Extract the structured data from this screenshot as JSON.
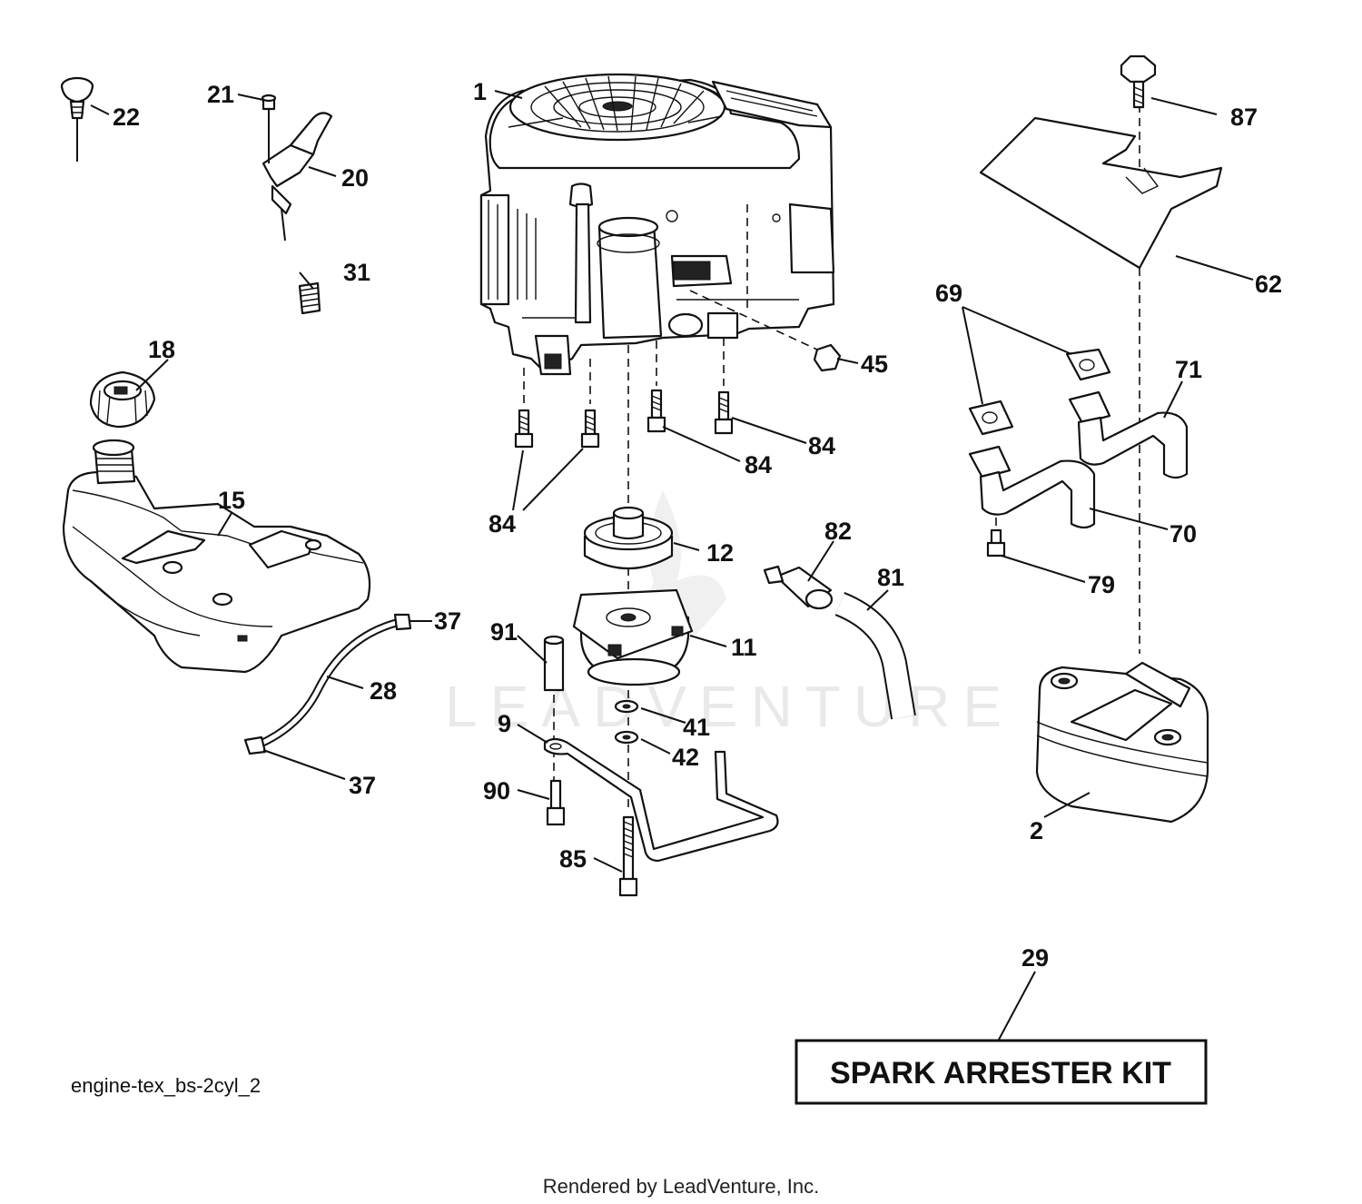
{
  "diagram": {
    "watermark": "LEADVENTURE",
    "filename": "engine-tex_bs-2cyl_2",
    "kit_label": "SPARK ARRESTER KIT",
    "footer": "Rendered by LeadVenture, Inc.",
    "callouts": {
      "p1": "1",
      "p2": "2",
      "p9": "9",
      "p11": "11",
      "p12": "12",
      "p15": "15",
      "p18": "18",
      "p20": "20",
      "p21": "21",
      "p22": "22",
      "p28": "28",
      "p29": "29",
      "p31": "31",
      "p37a": "37",
      "p37b": "37",
      "p41": "41",
      "p42": "42",
      "p45": "45",
      "p62": "62",
      "p69": "69",
      "p70": "70",
      "p71": "71",
      "p79": "79",
      "p81": "81",
      "p82": "82",
      "p84a": "84",
      "p84b": "84",
      "p84c": "84",
      "p85": "85",
      "p87": "87",
      "p90": "90",
      "p91": "91"
    }
  }
}
